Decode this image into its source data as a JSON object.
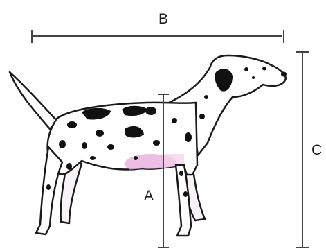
{
  "measurements": {
    "a_label": "A",
    "b_label": "B",
    "c_label": "C"
  },
  "colors": {
    "ink": "#1a1a1a",
    "line": "#444444",
    "belly_tint": "#e9b3de",
    "background": "#ffffff"
  }
}
